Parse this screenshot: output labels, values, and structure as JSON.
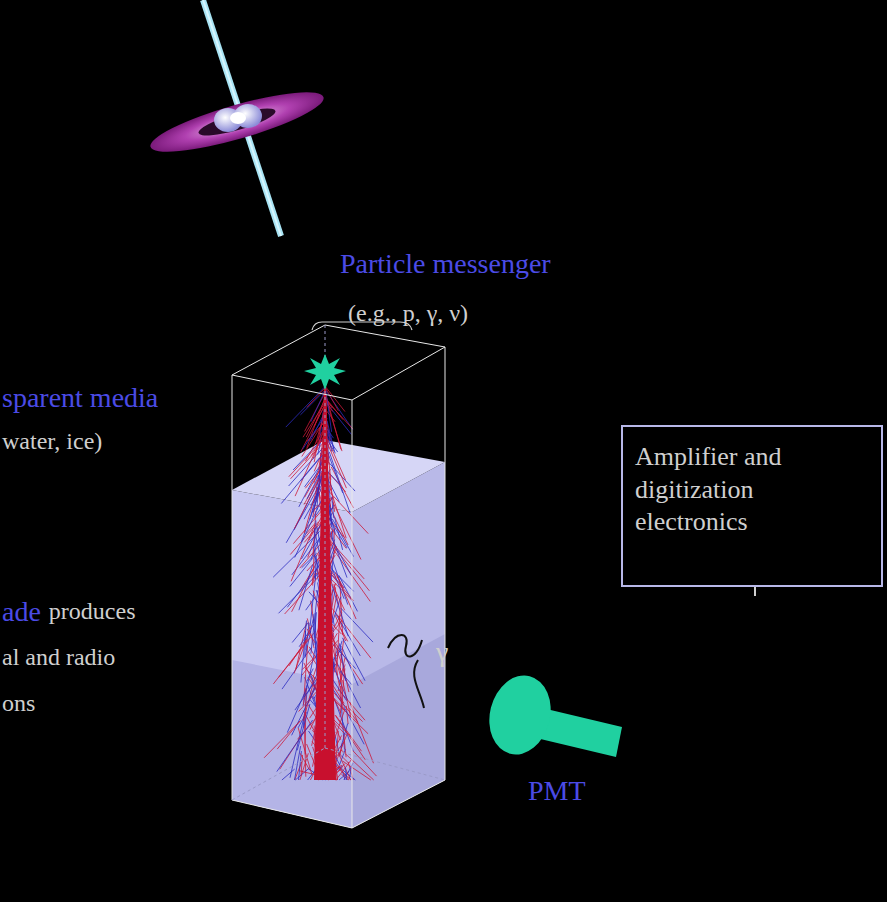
{
  "diagram": {
    "nodes": [
      {
        "text": [
          "Amplifier and digitization electronics"
        ]
      },
      {
        "text": [
          "PMT"
        ]
      }
    ],
    "labels": [
      "Particle messenger",
      "(e.g., p, γ, ν)",
      "sparent media",
      "water, ice)",
      "ade",
      "produces",
      "al and radio",
      "ons",
      "γ"
    ]
  }
}
